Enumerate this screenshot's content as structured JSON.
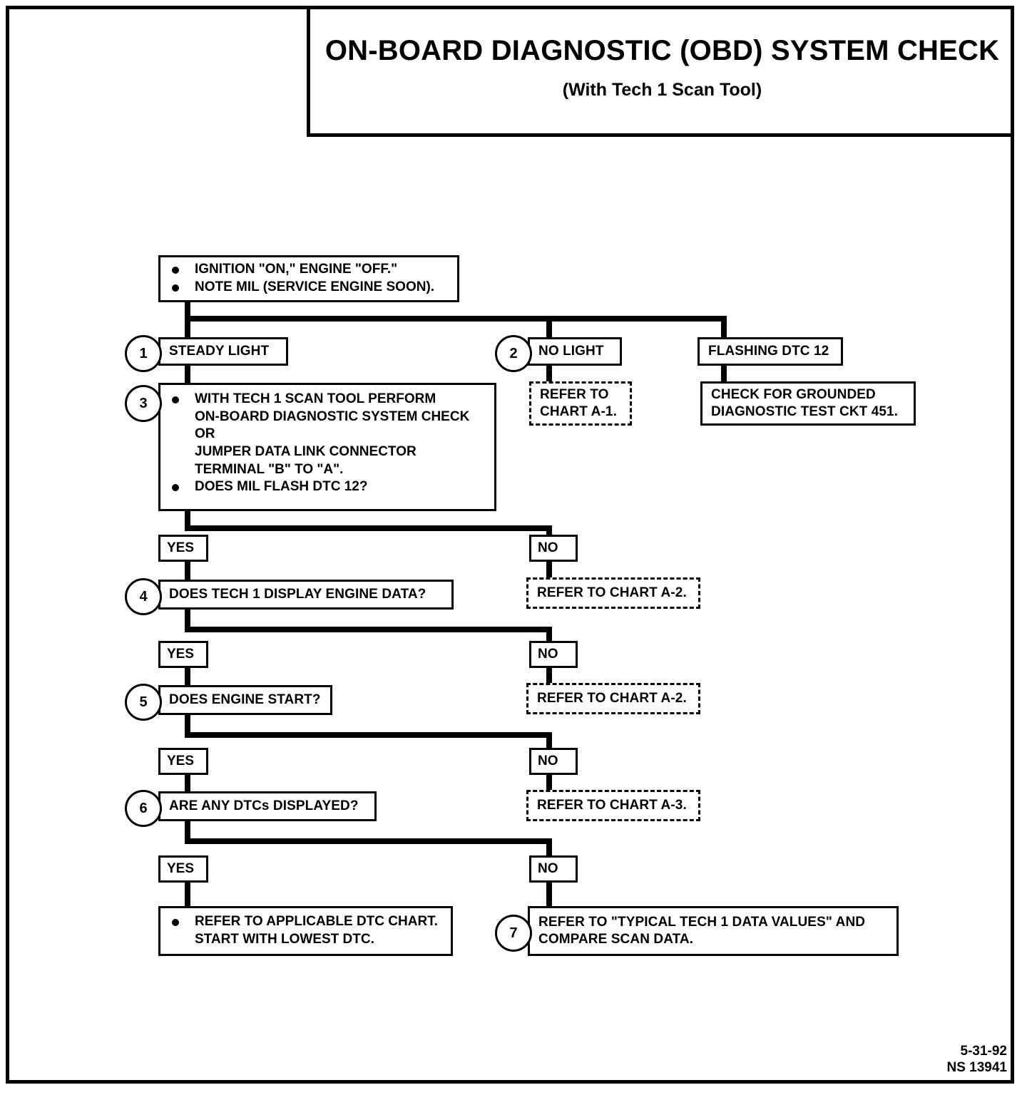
{
  "document": {
    "title_main": "ON-BOARD DIAGNOSTIC (OBD) SYSTEM CHECK",
    "title_sub": "(With Tech 1 Scan Tool)",
    "footer_date": "5-31-92",
    "footer_code": "NS 13941"
  },
  "flow": {
    "start_box": {
      "bullet_1": "IGNITION \"ON,\" ENGINE  \"OFF.\"",
      "bullet_2": "NOTE MIL (SERVICE ENGINE SOON)."
    },
    "branch_steady": {
      "step": "1",
      "label": "STEADY LIGHT"
    },
    "branch_no_light": {
      "step": "2",
      "label": "NO LIGHT",
      "action": "REFER TO\nCHART A-1."
    },
    "branch_flashing": {
      "label": "FLASHING DTC 12",
      "action": "CHECK FOR GROUNDED\nDIAGNOSTIC TEST CKT 451."
    },
    "step3": {
      "step": "3",
      "bullet_1": "WITH TECH 1 SCAN TOOL PERFORM\nON-BOARD DIAGNOSTIC SYSTEM CHECK\nOR\nJUMPER DATA LINK CONNECTOR\nTERMINAL \"B\" TO \"A\".",
      "bullet_2": "DOES MIL FLASH DTC 12?"
    },
    "step4": {
      "step": "4",
      "yes": "YES",
      "no": "NO",
      "question": "DOES TECH 1 DISPLAY ENGINE DATA?",
      "no_action": "REFER TO CHART A-2."
    },
    "step5": {
      "step": "5",
      "yes": "YES",
      "no": "NO",
      "question": "DOES ENGINE START?",
      "no_action": "REFER TO CHART A-2."
    },
    "step6": {
      "step": "6",
      "yes": "YES",
      "no": "NO",
      "question": "ARE ANY DTCs DISPLAYED?",
      "no_action": "REFER TO CHART A-3."
    },
    "final": {
      "yes": "YES",
      "no": "NO",
      "yes_action": "REFER TO APPLICABLE DTC CHART.\nSTART WITH LOWEST DTC.",
      "step7": "7",
      "no_action": "REFER TO \"TYPICAL TECH 1 DATA VALUES\" AND\nCOMPARE SCAN DATA."
    }
  }
}
